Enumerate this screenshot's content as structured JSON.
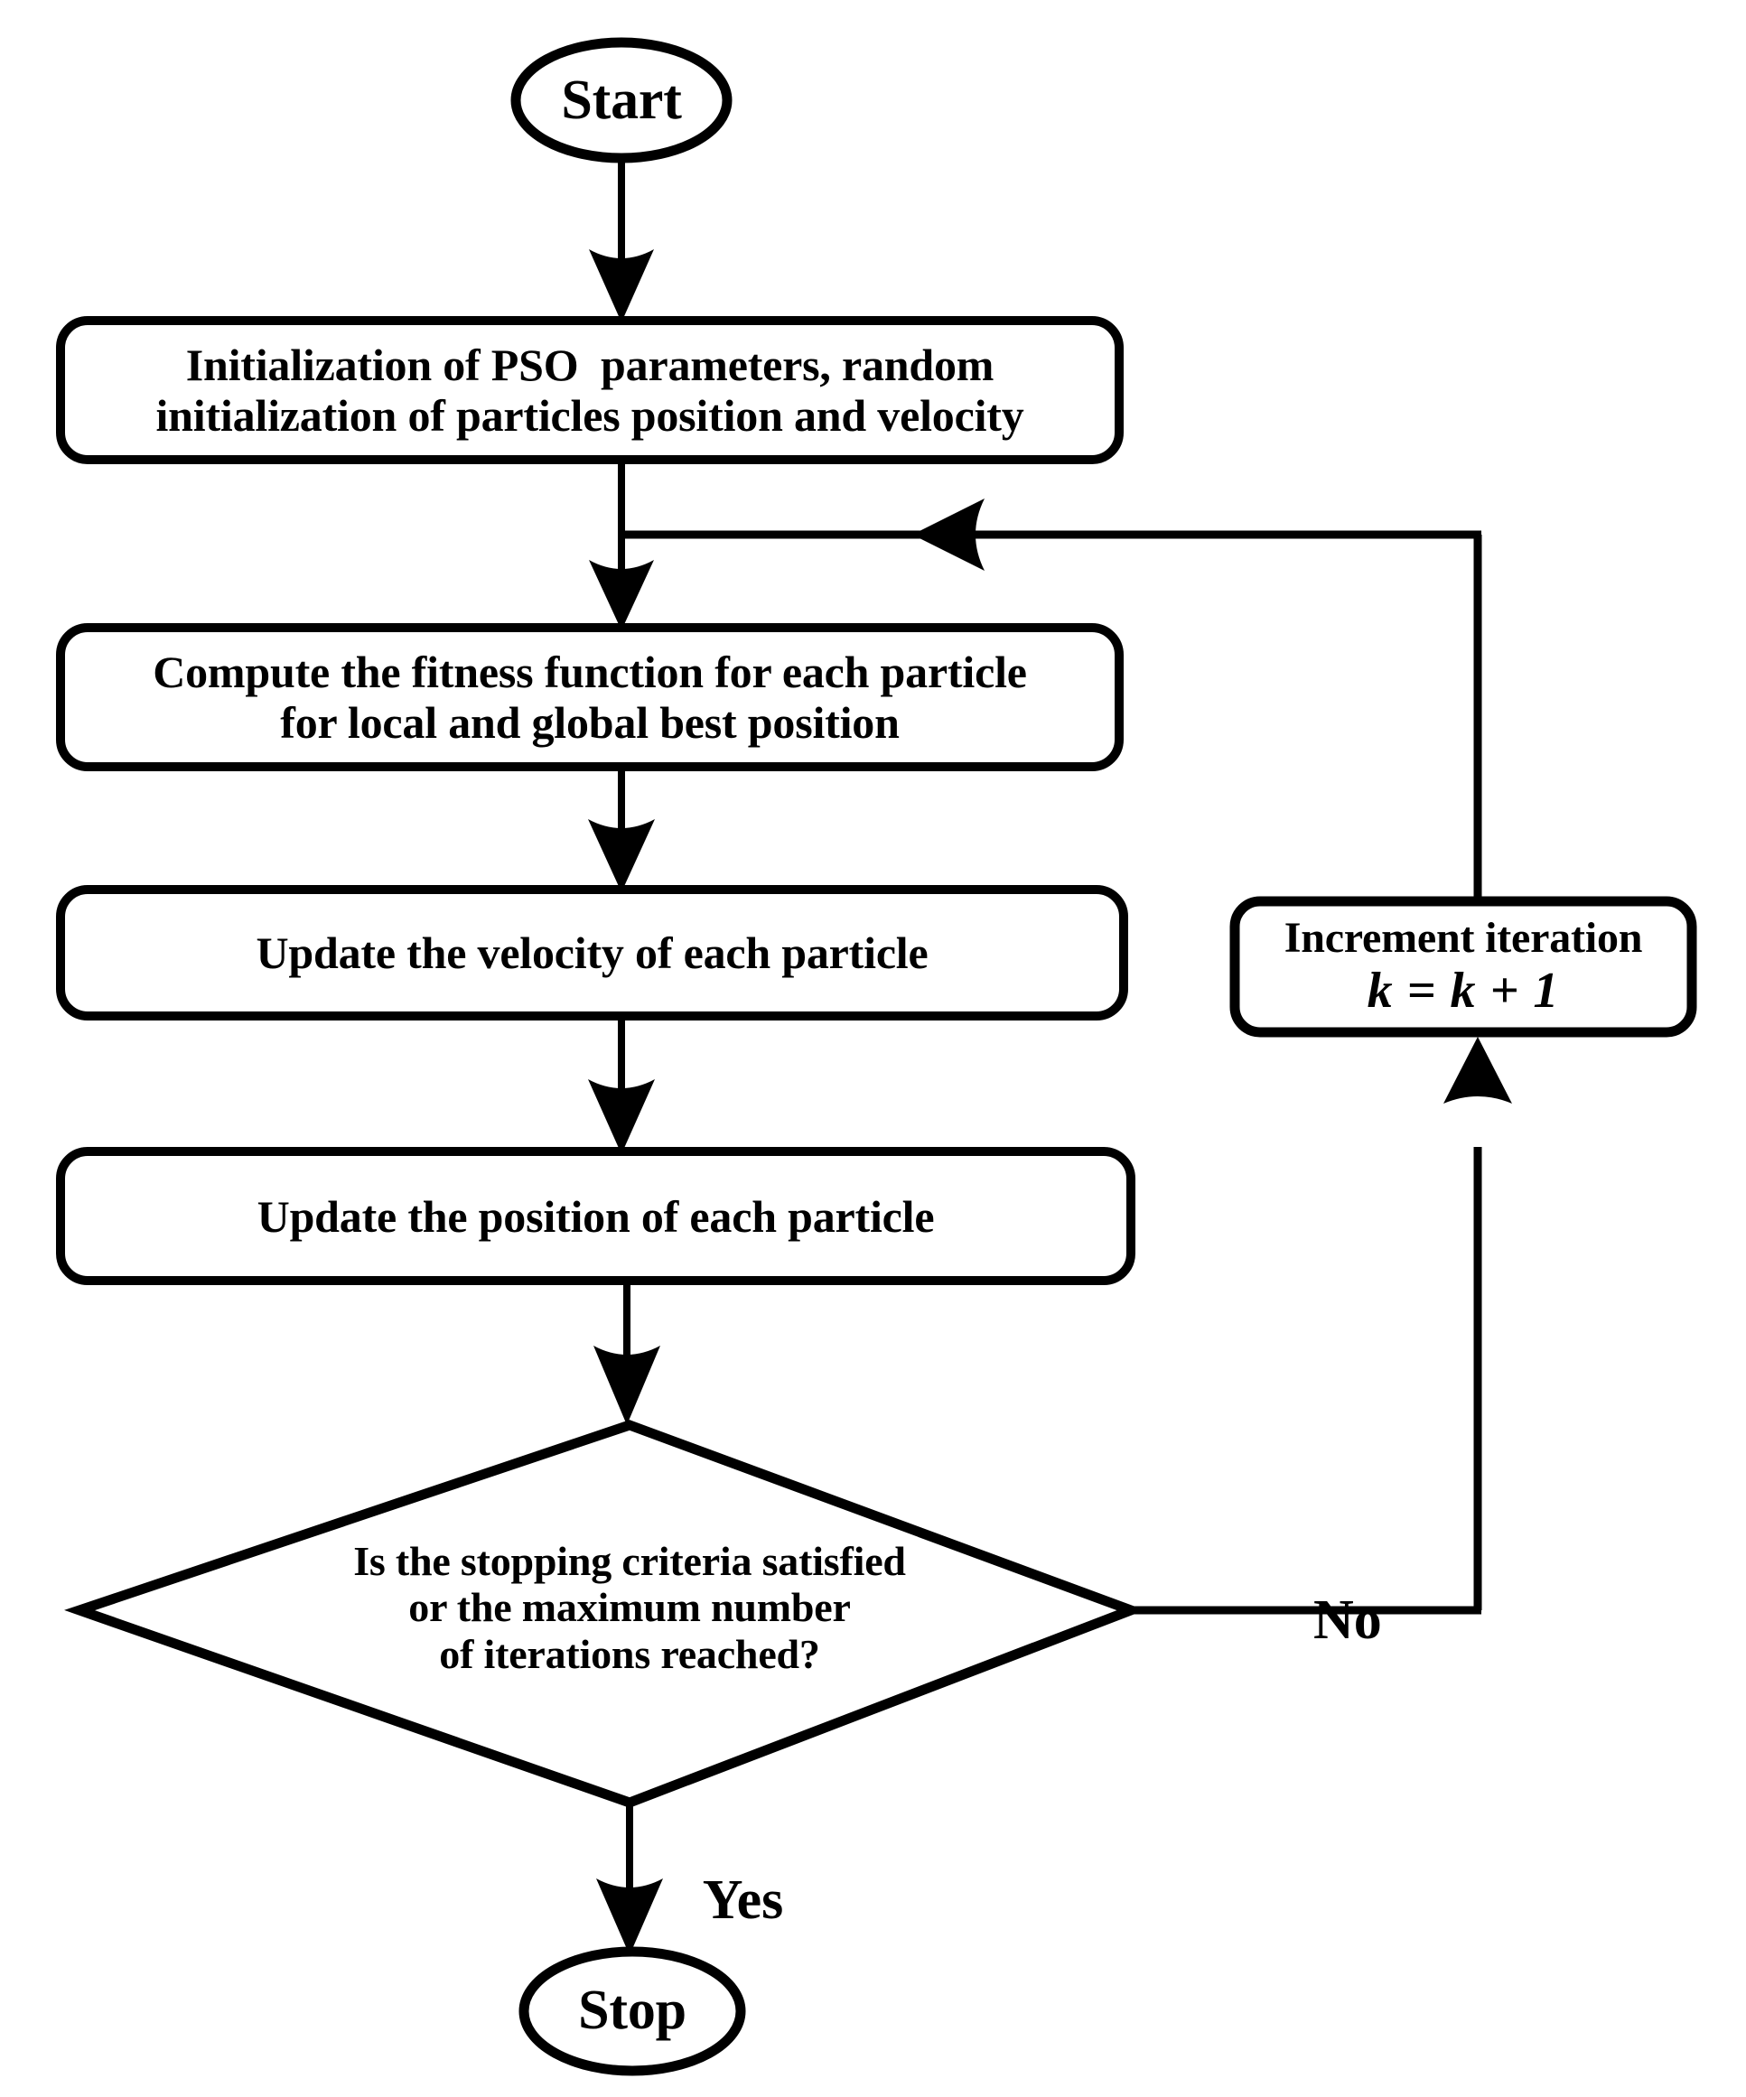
{
  "diagram": {
    "title": "PSO algorithm flowchart",
    "stroke_color": "#000000",
    "fill_color": "#ffffff",
    "nodes": {
      "start": {
        "shape": "ellipse",
        "label": "Start"
      },
      "initialize": {
        "shape": "rounded-rect",
        "line1": "Initialization of PSO  parameters, random",
        "line2": "initialization of particles position and velocity"
      },
      "compute_fitness": {
        "shape": "rounded-rect",
        "line1": "Compute the fitness function for each particle",
        "line2": "for local and global best position"
      },
      "update_velocity": {
        "shape": "rounded-rect",
        "line1": "Update the velocity of each particle"
      },
      "update_position": {
        "shape": "rounded-rect",
        "line1": "Update the position of each particle"
      },
      "decision": {
        "shape": "diamond",
        "line1": "Is the stopping criteria satisfied",
        "line2": "or the maximum number",
        "line3": "of iterations reached?"
      },
      "increment": {
        "shape": "rounded-rect",
        "line1": "Increment iteration",
        "line2": "k = k + 1"
      },
      "stop": {
        "shape": "ellipse",
        "label": "Stop"
      }
    },
    "edge_labels": {
      "no": "No",
      "yes": "Yes"
    }
  }
}
